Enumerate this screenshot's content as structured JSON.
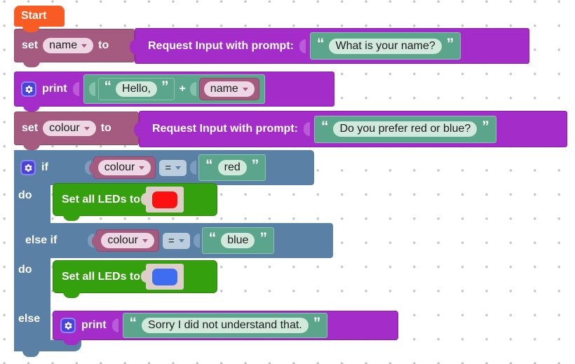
{
  "ui": {
    "open_quote": "“",
    "close_quote": "”"
  },
  "blocks": {
    "start": {
      "label": "Start"
    },
    "set_name": {
      "set_label": "set",
      "variable": "name",
      "to_label": "to"
    },
    "request_name": {
      "label": "Request Input with prompt:",
      "prompt": "What is your name?"
    },
    "print_hello": {
      "label": "print",
      "left_text": "Hello,",
      "operator": "+",
      "right_variable": "name"
    },
    "set_colour": {
      "set_label": "set",
      "variable": "colour",
      "to_label": "to"
    },
    "request_colour": {
      "label": "Request Input with prompt:",
      "prompt": "Do you prefer red or blue?"
    },
    "if_block": {
      "if_label": "if",
      "do_label": "do",
      "else_if_label": "else if",
      "do2_label": "do",
      "else_label": "else",
      "condition_red": {
        "variable": "colour",
        "operator": "=",
        "value": "red"
      },
      "condition_blue": {
        "variable": "colour",
        "operator": "=",
        "value": "blue"
      }
    },
    "set_leds_red": {
      "label": "Set all LEDs to",
      "color": "#ff1010"
    },
    "set_leds_blue": {
      "label": "Set all LEDs to",
      "color": "#3e6df2"
    },
    "print_sorry": {
      "label": "print",
      "text": "Sorry I did not understand that."
    }
  }
}
